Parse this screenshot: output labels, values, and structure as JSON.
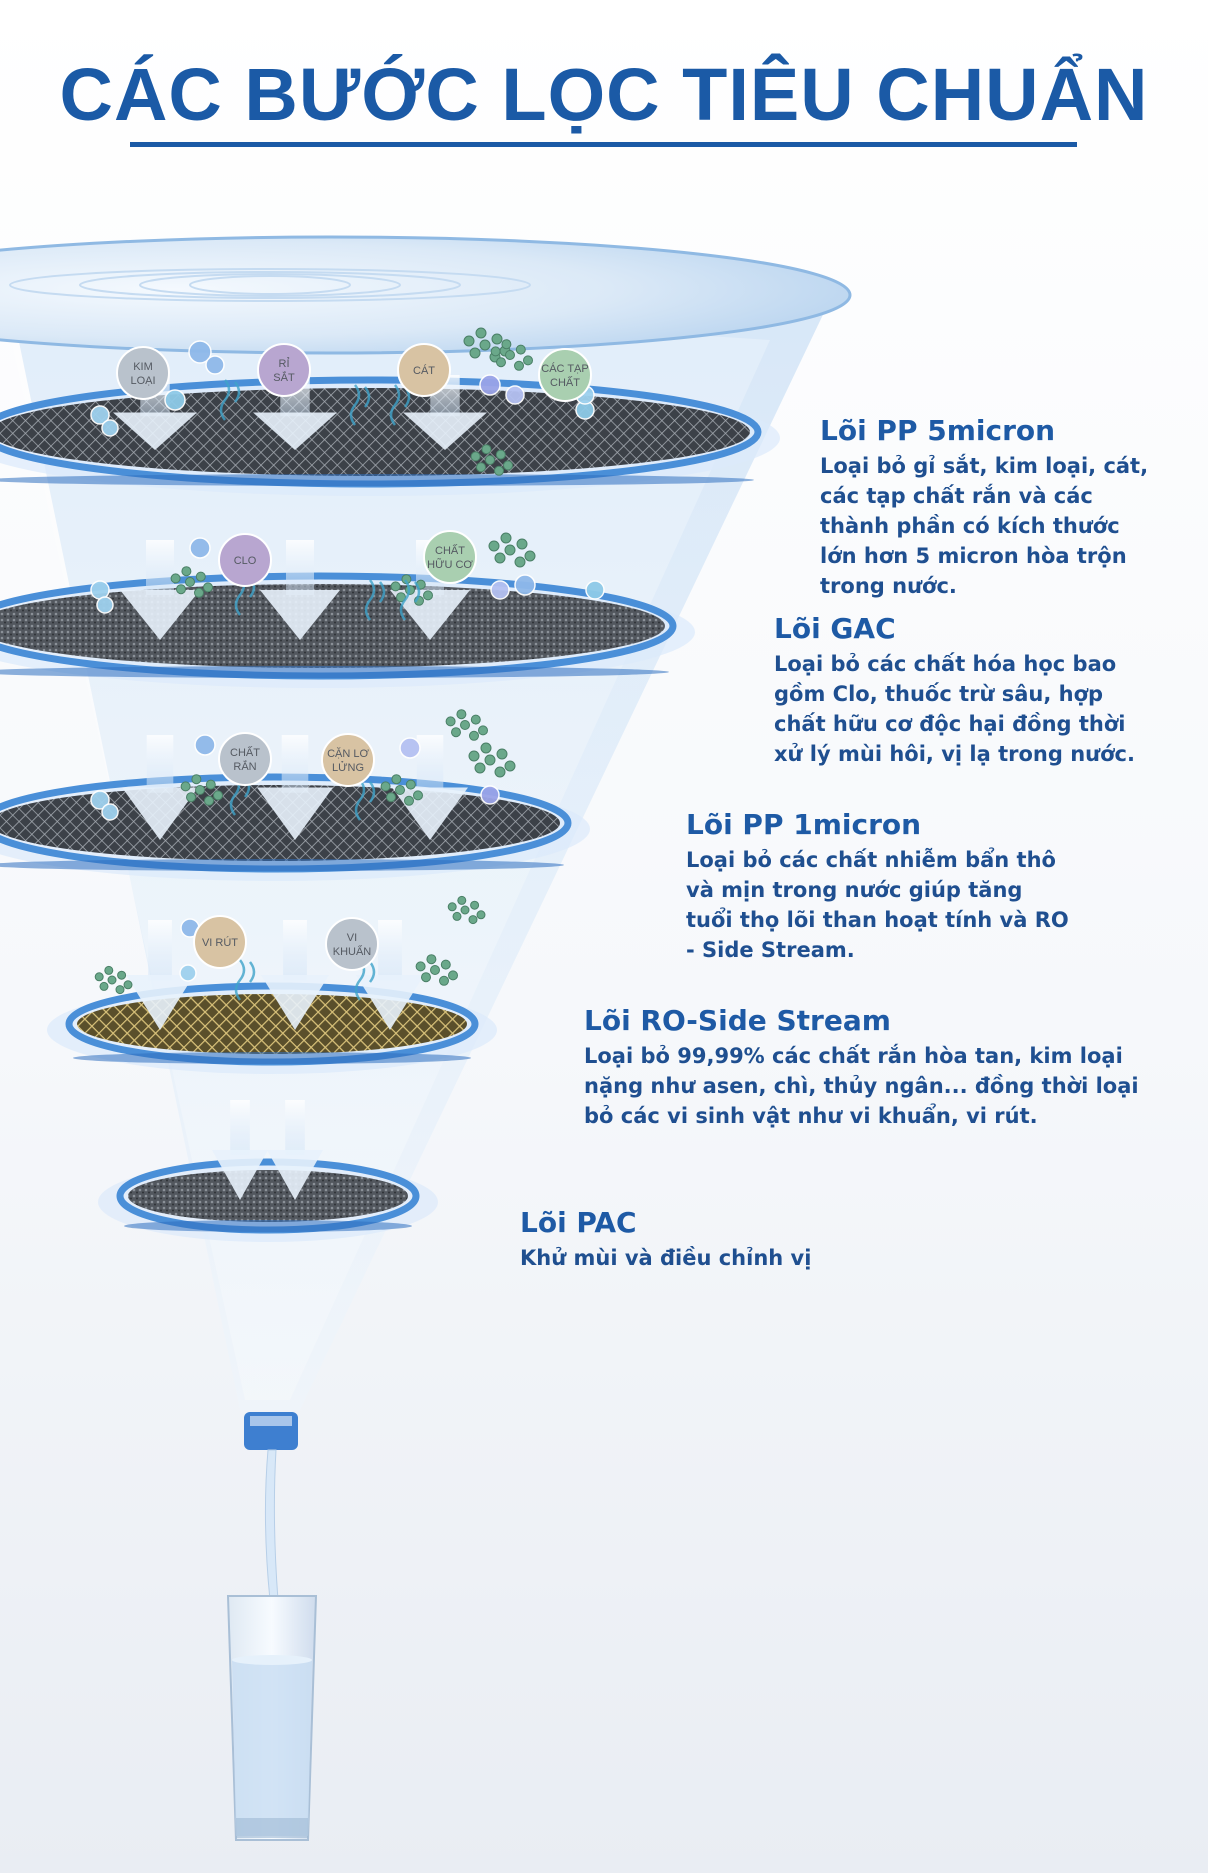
{
  "title": "CÁC BƯỚC LỌC TIÊU CHUẨN",
  "stages": [
    {
      "name": "Lõi PP 5micron",
      "description": "Loại bỏ gỉ sắt, kim loại, cát, các tạp chất rắn và các thành phần có kích thước lớn hơn 5 micron hòa trộn trong nước.",
      "particles": [
        "KIM\nLOẠI",
        "RỈ\nSẮT",
        "CÁT",
        "CÁC TẠP\nCHẤT"
      ]
    },
    {
      "name": "Lõi GAC",
      "description": "Loại bỏ các chất hóa học bao gồm Clo, thuốc trừ sâu, hợp chất hữu cơ độc hại đồng thời xử lý mùi hôi, vị lạ trong nước.",
      "particles": [
        "CLO",
        "CHẤT\nHỮU CƠ"
      ]
    },
    {
      "name": "Lõi PP 1micron",
      "description": "Loại bỏ các chất nhiễm bẩn thô và mịn trong nước giúp tăng tuổi thọ lõi than hoạt tính và RO - Side Stream.",
      "particles": [
        "CHẤT\nRẮN",
        "CẶN LƠ\nLỬNG"
      ]
    },
    {
      "name": "Lõi RO-Side Stream",
      "description": "Loại bỏ 99,99% các chất rắn hòa tan, kim loại nặng như asen, chì, thủy ngân... đồng thời loại bỏ các vi sinh vật như vi khuẩn, vi rút.",
      "particles": [
        "VI RÚT",
        "VI\nKHUẨN"
      ]
    },
    {
      "name": "Lõi PAC",
      "description": "Khử mùi và điều chỉnh vị",
      "particles": []
    }
  ],
  "colors": {
    "title": "#1b5aa6",
    "text": "#1f4f90",
    "ring": "#4a8fd8",
    "mesh": "#5a5f66",
    "ro_mesh": "#c9b46a",
    "particle_grey": "#b9c2cc",
    "particle_purple": "#b8a6d0",
    "particle_tan": "#d8c3a3",
    "particle_green": "#a9cfb0",
    "bacteria": "#6aa88a"
  }
}
